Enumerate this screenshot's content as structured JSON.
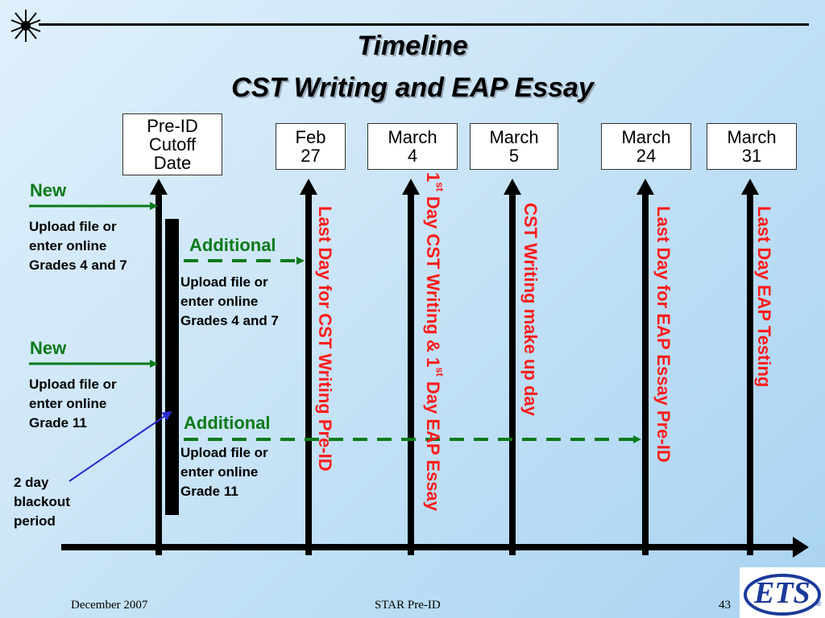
{
  "title_line1": "Timeline",
  "title_line2": "CST Writing and EAP Essay",
  "dates": [
    {
      "lines": [
        "Pre-ID",
        "Cutoff",
        "Date"
      ]
    },
    {
      "lines": [
        "Feb",
        "27"
      ]
    },
    {
      "lines": [
        "March",
        "4"
      ]
    },
    {
      "lines": [
        "March",
        "5"
      ]
    },
    {
      "lines": [
        "March",
        "24"
      ]
    },
    {
      "lines": [
        "March",
        "31"
      ]
    }
  ],
  "milestones": {
    "last_day_cst_writing_preid": "Last Day for CST Writing Pre-ID",
    "first_day_pre1": "1",
    "first_day_sup1": "st",
    "first_day_mid": " Day CST Writing & 1",
    "first_day_sup2": "st",
    "first_day_post": " Day EAP Essay",
    "cst_makeup": "CST Writing make up day",
    "last_day_eap_preid": "Last Day for EAP Essay Pre-ID",
    "last_day_eap_testing": "Last Day EAP Testing"
  },
  "labels": {
    "new_1": "New",
    "new_1_note": [
      "Upload file or",
      "enter online",
      "Grades 4 and 7"
    ],
    "additional_1": "Additional",
    "additional_1_note": [
      "Upload file or",
      "enter online",
      "Grades 4 and 7"
    ],
    "new_2": "New",
    "new_2_note": [
      "Upload file or",
      "enter online",
      "Grade 11"
    ],
    "additional_2": "Additional",
    "additional_2_note": [
      "Upload file or",
      "enter online",
      "Grade 11"
    ],
    "blackout": [
      "2 day",
      "blackout",
      "period"
    ]
  },
  "footer": {
    "date": "December 2007",
    "center": "STAR Pre-ID",
    "page": "43",
    "logo_text": "ETS",
    "logo_reg": "®"
  },
  "colors": {
    "accent_red": "#ff1b1b",
    "accent_green": "#0b7a1a",
    "pointer_blue": "#2a2ad0",
    "logo_blue": "#1a3a9a"
  }
}
